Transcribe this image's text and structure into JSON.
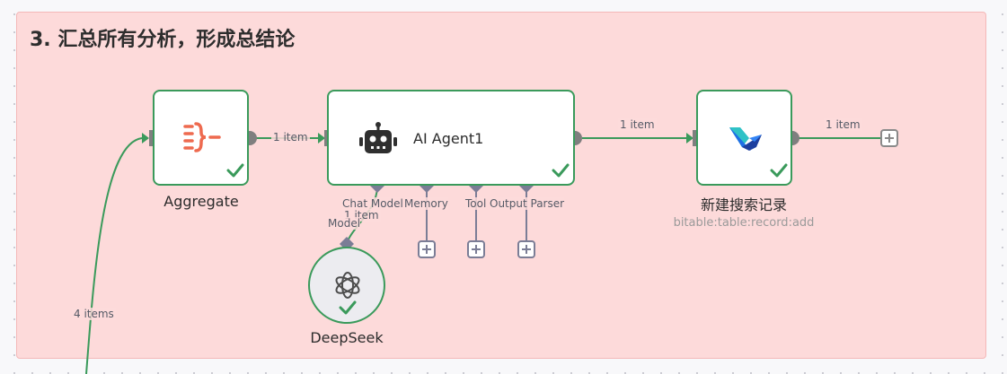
{
  "sticky": {
    "title": "3. 汇总所有分析，形成总结论"
  },
  "nodes": {
    "aggregate": {
      "title": "Aggregate",
      "icon": "aggregate-icon",
      "status": "success"
    },
    "agent": {
      "title": "AI Agent1",
      "icon": "robot-icon",
      "status": "success"
    },
    "feishu": {
      "title": "新建搜索记录",
      "subtitle": "bitable:table:record:add",
      "icon": "feishu-bitable-icon",
      "status": "success"
    },
    "deepseek": {
      "title": "DeepSeek",
      "icon": "openai-icon",
      "status": "success"
    }
  },
  "agent_ports": {
    "chat_model": "Chat Model",
    "memory": "Memory",
    "tool": "Tool",
    "output_parser": "Output Parser"
  },
  "edges": {
    "input_items": "4 items",
    "aggregate_to_agent": "1 item",
    "agent_to_feishu": "1 item",
    "feishu_out": "1 item",
    "deepseek_to_agent": "1 item",
    "deepseek_port_label": "Model"
  },
  "colors": {
    "sticky_bg": "#fddada",
    "node_border_success": "#3a9a5b",
    "connection": "#3a9a5b",
    "sub_port": "#7b7d96",
    "output_port": "#7f7f7f"
  }
}
